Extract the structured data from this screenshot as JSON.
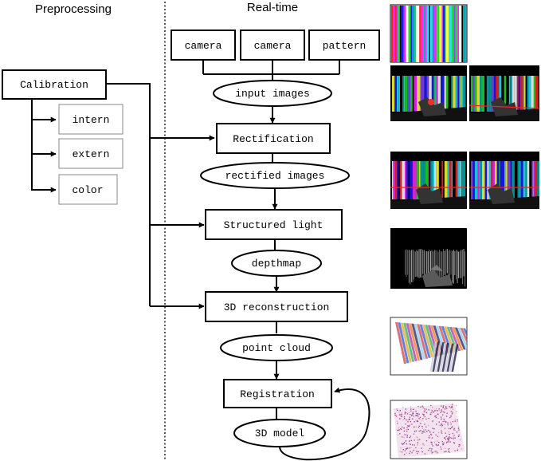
{
  "headers": {
    "left": "Preprocessing",
    "right": "Real-time"
  },
  "preprocessing": {
    "calibration": "Calibration",
    "parameters": [
      "intern",
      "extern",
      "color"
    ]
  },
  "inputs": [
    "camera",
    "camera",
    "pattern"
  ],
  "pipeline": {
    "input_images": "input images",
    "rectification": "Rectification",
    "rectified_images": "rectified images",
    "structured_light": "Structured light",
    "depthmap": "depthmap",
    "reconstruction": "3D reconstruction",
    "point_cloud": "point cloud",
    "registration": "Registration",
    "model": "3D model"
  },
  "thumbnails": [
    "stripe-pattern-thumbnail",
    "input-left-thumbnail",
    "input-right-thumbnail",
    "rectified-left-thumbnail",
    "rectified-right-thumbnail",
    "depthmap-thumbnail",
    "point-cloud-thumbnail",
    "model-thumbnail"
  ]
}
